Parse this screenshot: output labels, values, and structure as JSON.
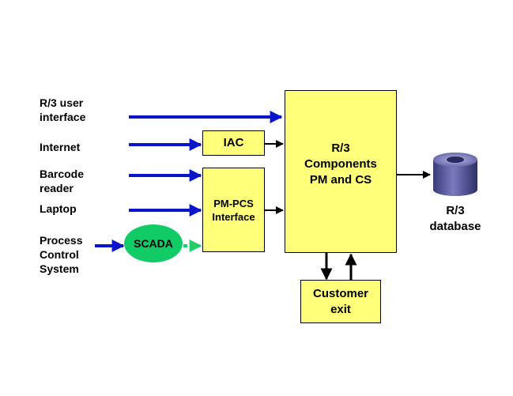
{
  "inputs": {
    "r3_user_interface": "R/3 user\ninterface",
    "internet": "Internet",
    "barcode_reader": "Barcode\nreader",
    "laptop": "Laptop",
    "process_control_system": "Process\nControl\nSystem"
  },
  "boxes": {
    "iac": "IAC",
    "pm_pcs": "PM-PCS\nInterface",
    "r3_components": "R/3\nComponents\nPM and CS",
    "customer_exit": "Customer\nexit"
  },
  "scada": "SCADA",
  "database": "R/3\ndatabase",
  "colors": {
    "input_arrow": "#0a14c8",
    "scada_arrow": "#22cc66",
    "box_fill": "#ffff7a",
    "scada_fill": "#11cc66",
    "database": "#5a5a9e"
  }
}
